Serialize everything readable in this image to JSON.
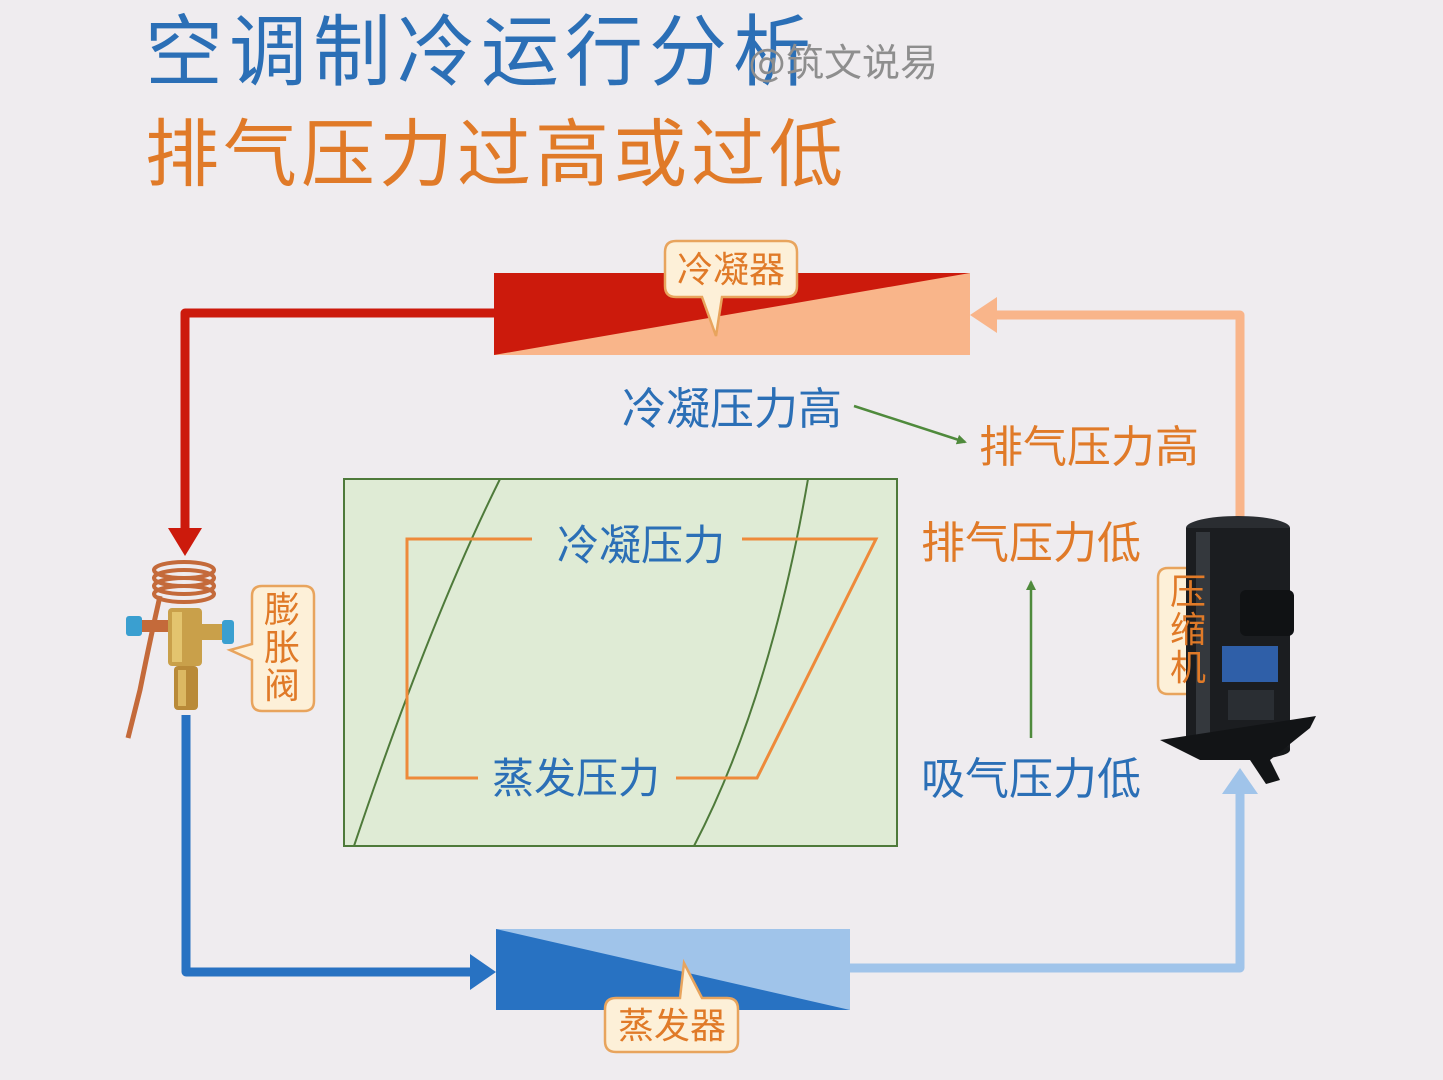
{
  "header": {
    "title": "空调制冷运行分析",
    "author": "@筑文说易",
    "subtitle": "排气压力过高或过低"
  },
  "components": {
    "condenser": "冷凝器",
    "evaporator": "蒸发器",
    "expansion_valve": "膨胀阀",
    "compressor": "压缩机"
  },
  "chart": {
    "condensing_pressure": "冷凝压力",
    "evaporating_pressure": "蒸发压力"
  },
  "analysis": {
    "condensing_pressure_high": "冷凝压力高",
    "discharge_pressure_high": "排气压力高",
    "discharge_pressure_low": "排气压力低",
    "suction_pressure_low": "吸气压力低"
  },
  "colors": {
    "title_blue": "#2b6fb6",
    "accent_orange": "#e07a28",
    "hot_red": "#cc1a0c",
    "warm_orange": "#f9b58a",
    "cold_blue": "#2872c2",
    "cool_blue": "#a0c4ea",
    "chart_bg": "#dfebd5",
    "arrow_green": "#4f8a3c"
  }
}
